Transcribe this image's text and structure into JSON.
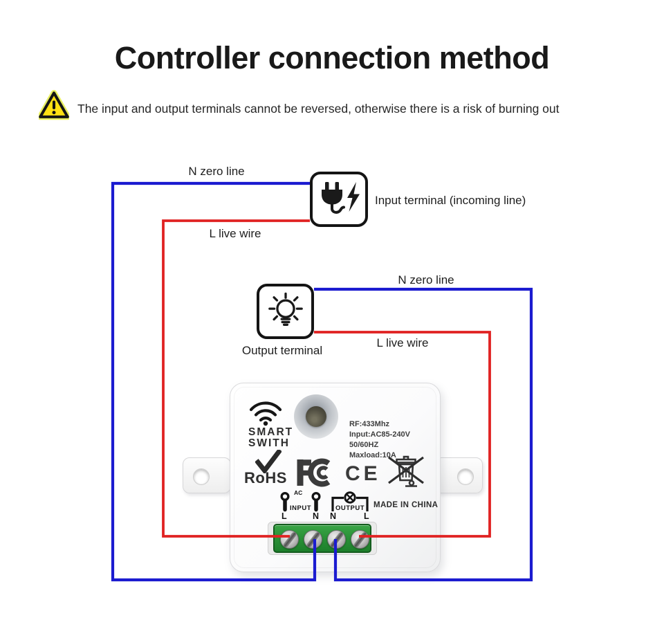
{
  "page": {
    "title": "Controller connection method",
    "warning_text": "The input and output terminals cannot be reversed, otherwise there is a risk of burning out"
  },
  "diagram": {
    "labels": {
      "input_neutral": "N zero line",
      "input_live": "L live wire",
      "output_neutral": "N zero line",
      "output_live": "L live wire",
      "input_terminal": "Input terminal (incoming line)",
      "output_terminal": "Output terminal"
    },
    "wire_colors": {
      "neutral": "#1b1bd0",
      "live": "#e02222"
    }
  },
  "device": {
    "brand_line1": "SMART",
    "brand_line2": "SWITH",
    "specs": [
      "RF:433Mhz",
      "Input:AC85-240V 50/60HZ",
      "Maxload:10A"
    ],
    "rohs_label": "RoHS",
    "ce_label": "CE",
    "made_in": "MADE IN CHINA",
    "terminals": {
      "ac": "AC",
      "input": "INPUT",
      "output": "OUTPUT",
      "input_l": "L",
      "input_n": "N",
      "output_n": "N",
      "output_l": "L"
    }
  }
}
